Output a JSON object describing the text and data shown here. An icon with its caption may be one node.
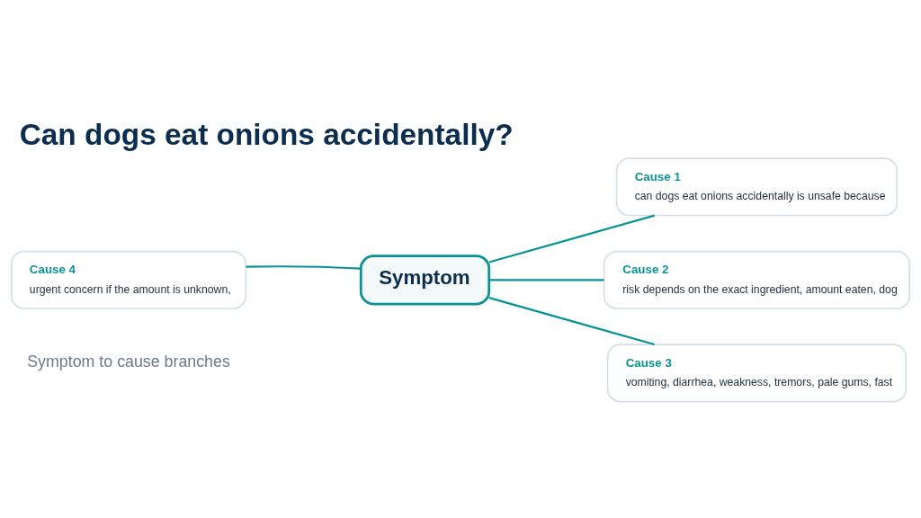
{
  "diagram": {
    "title": "Can dogs eat onions accidentally?",
    "nodes": [
      {
        "text": [
          "Symptom"
        ]
      },
      {
        "text": [
          "Cause 1",
          "can dogs eat onions accidentally is unsafe because"
        ]
      },
      {
        "text": [
          "Cause 2",
          "risk depends on the exact ingredient, amount eaten, dog"
        ]
      },
      {
        "text": [
          "Cause 3",
          "vomiting, diarrhea, weakness, tremors, pale gums, fast"
        ]
      },
      {
        "text": [
          "Cause 4",
          "urgent concern if the amount is unknown,"
        ]
      }
    ],
    "edges": [
      {
        "from": 0,
        "to": 1,
        "arrow": "none"
      },
      {
        "from": 0,
        "to": 2,
        "arrow": "none"
      },
      {
        "from": 0,
        "to": 3,
        "arrow": "none"
      },
      {
        "from": 0,
        "to": 4,
        "arrow": "none"
      }
    ],
    "labels": [
      "Symptom to cause branches"
    ]
  }
}
